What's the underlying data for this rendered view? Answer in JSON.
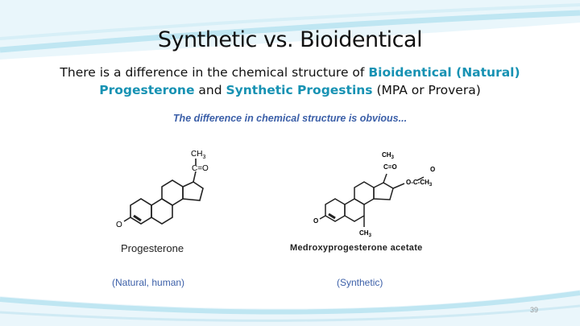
{
  "slide": {
    "title": "Synthetic vs. Bioidentical",
    "subtitle": {
      "part1": "There is a difference in the chemical structure of ",
      "highlight1": "Bioidentical (Natural) Progesterone",
      "part2": " and ",
      "highlight2": "Synthetic Progestins",
      "part3": " (MPA or Provera)"
    },
    "claim": "The difference in chemical structure is obvious...",
    "molecules": [
      {
        "name": "Progesterone",
        "caption": "(Natural, human)",
        "labels": {
          "ch3": "CH",
          "sub3": "3",
          "co": "C=O",
          "o": "O"
        }
      },
      {
        "name": "Medroxyprogesterone  acetate",
        "caption": "(Synthetic)",
        "labels": {
          "ch3": "CH",
          "sub3": "3",
          "co": "C=O",
          "ester": "O-C-CH",
          "o": "O",
          "ch3b": "CH",
          "sub3b": "3"
        }
      }
    ],
    "page_number": "39"
  },
  "colors": {
    "accent": "#1792b3",
    "claim": "#3b5fa8",
    "wave": "#9fd6e8"
  }
}
